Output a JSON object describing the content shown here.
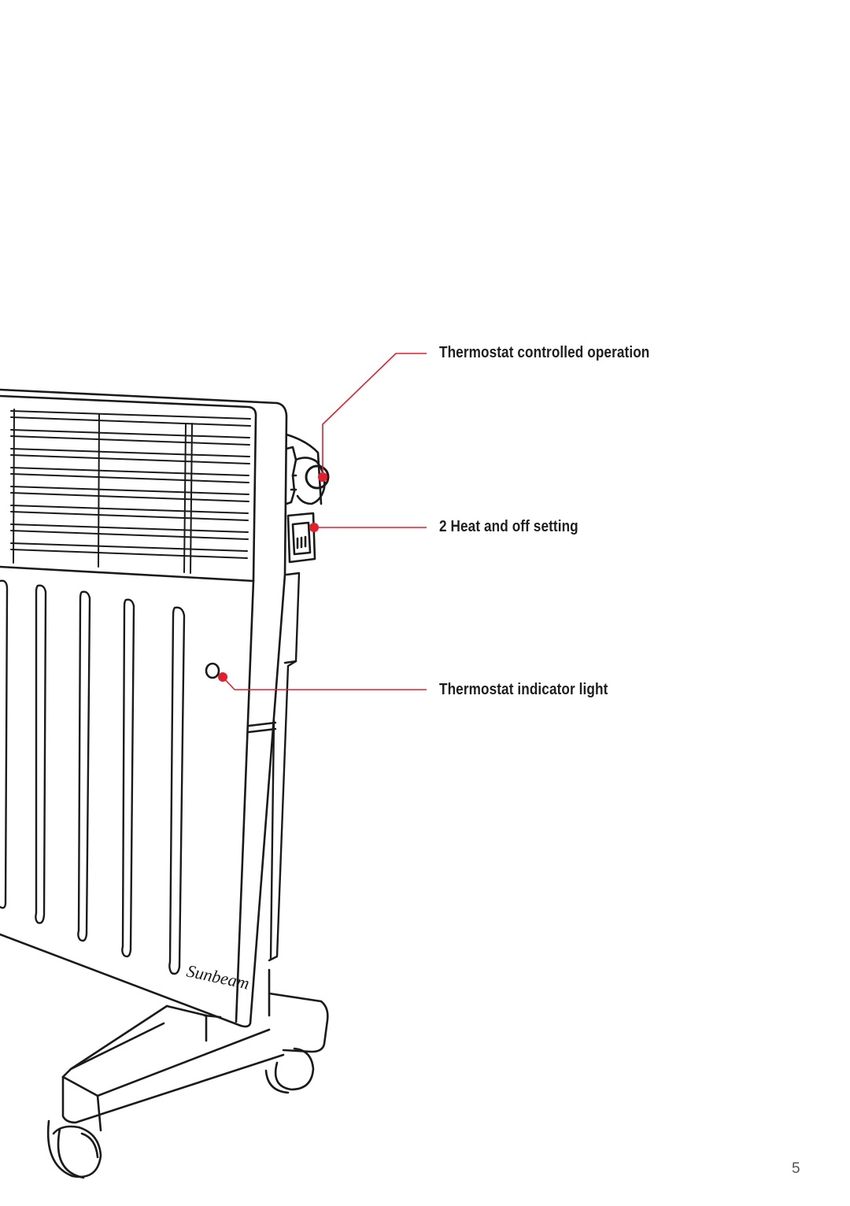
{
  "callouts": [
    {
      "label": "Thermostat controlled operation"
    },
    {
      "label": "2 Heat and off setting"
    },
    {
      "label": "Thermostat indicator light"
    }
  ],
  "illustration": {
    "subject": "panel-heater",
    "brand_mark": "Sunbeam"
  },
  "page_number": "5",
  "colors": {
    "callout_line": "#e0202e",
    "outline": "#1a1a1a",
    "text": "#1e1e1e",
    "background": "#ffffff"
  }
}
